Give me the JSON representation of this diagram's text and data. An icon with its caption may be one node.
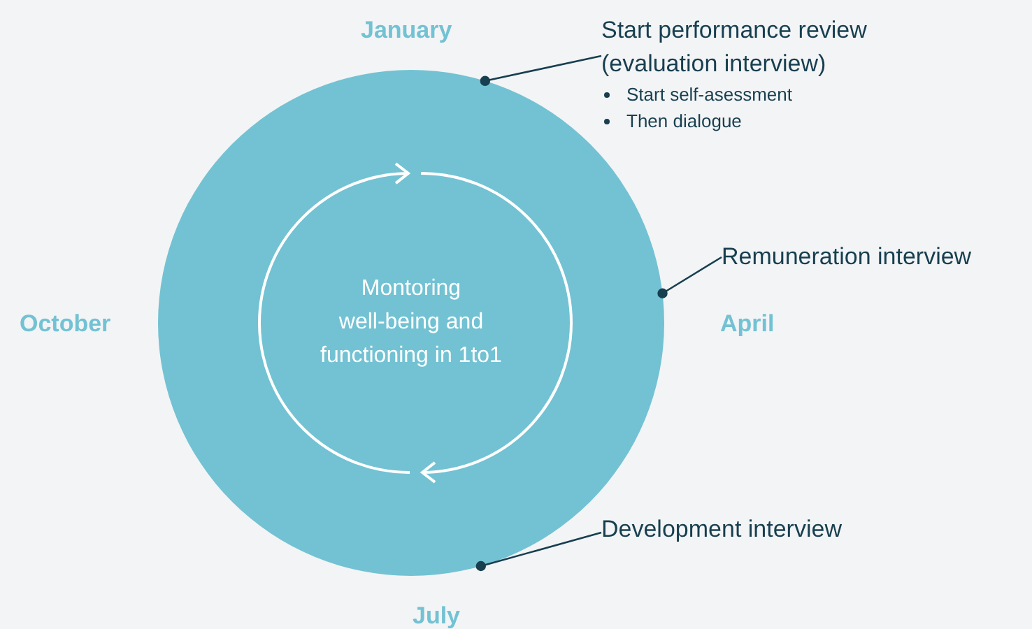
{
  "diagram": {
    "nodes": [
      {
        "text": [
          "Montoring well-being and functioning in 1to1"
        ]
      },
      {
        "text": [
          "Start performance review (evaluation interview)",
          "Start self-asessment",
          "Then dialogue"
        ]
      },
      {
        "text": [
          "Remuneration interview"
        ]
      },
      {
        "text": [
          "Development interview"
        ]
      }
    ],
    "edges": [
      {
        "from": 1,
        "to": 0,
        "arrow": "other"
      },
      {
        "from": 2,
        "to": 0,
        "arrow": "other"
      },
      {
        "from": 3,
        "to": 0,
        "arrow": "other"
      }
    ],
    "labels": [
      "January",
      "October",
      "April",
      "July"
    ]
  }
}
